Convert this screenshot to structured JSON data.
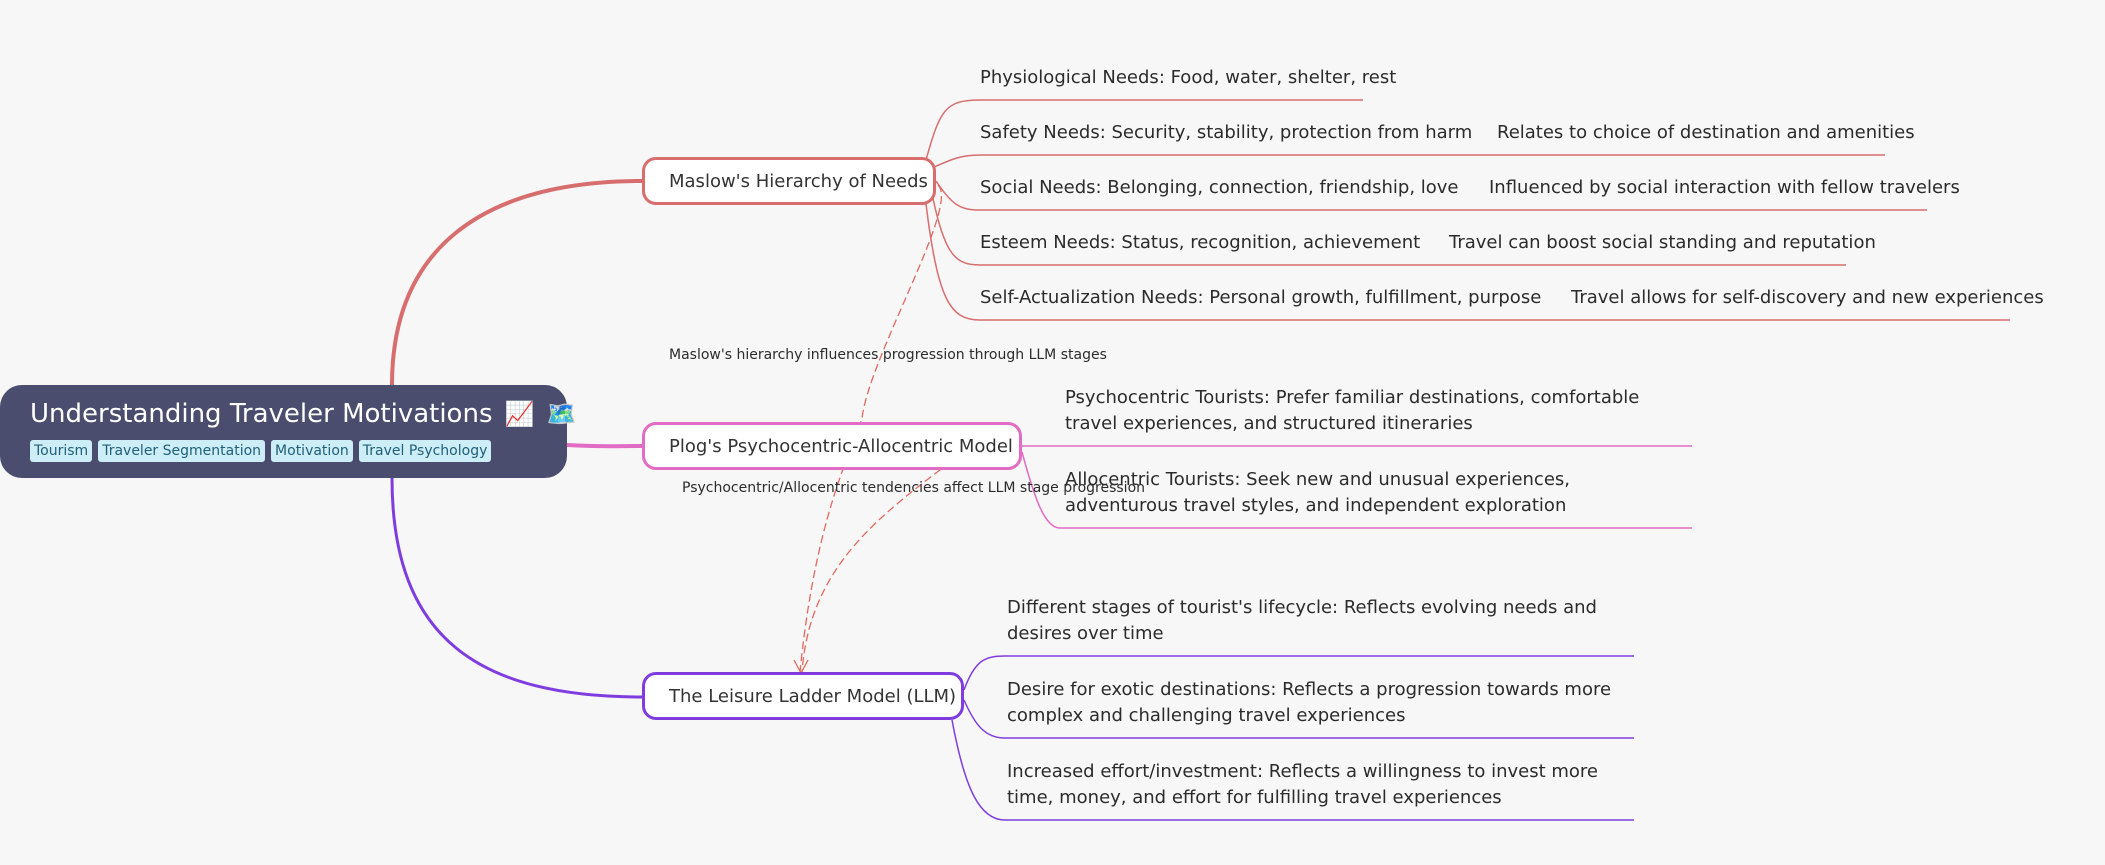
{
  "root": {
    "title": "Understanding Traveler Motivations",
    "emoji_chart": "📈",
    "emoji_map": "🗺️",
    "tags": [
      "Tourism",
      "Traveler Segmentation",
      "Motivation",
      "Travel Psychology"
    ]
  },
  "colors": {
    "maslow": "#d86d6e",
    "plog": "#e26bc3",
    "llm": "#7f3de0",
    "root_bg": "#4a4d6d",
    "relation": "#e0695f"
  },
  "topics": {
    "maslow": {
      "label": "Maslow's Hierarchy of Needs",
      "children": [
        {
          "label": "Physiological Needs: Food, water, shelter, rest",
          "note": ""
        },
        {
          "label": "Safety Needs: Security, stability, protection from harm",
          "note": "Relates to choice of destination and amenities"
        },
        {
          "label": "Social Needs: Belonging, connection, friendship, love",
          "note": "Influenced by social interaction with fellow travelers"
        },
        {
          "label": "Esteem Needs: Status, recognition, achievement",
          "note": "Travel can boost social standing and reputation"
        },
        {
          "label": "Self-Actualization Needs: Personal growth, fulfillment, purpose",
          "note": "Travel allows for self-discovery and new experiences"
        }
      ]
    },
    "plog": {
      "label": "Plog's Psychocentric-Allocentric Model",
      "children": [
        {
          "label": "Psychocentric Tourists: Prefer familiar destinations, comfortable travel experiences, and structured itineraries"
        },
        {
          "label": "Allocentric Tourists: Seek new and unusual experiences, adventurous travel styles, and independent exploration"
        }
      ]
    },
    "llm": {
      "label": "The Leisure Ladder Model (LLM)",
      "children": [
        {
          "label": "Different stages of tourist's lifecycle: Reflects evolving needs and desires over time"
        },
        {
          "label": "Desire for exotic destinations: Reflects a progression towards more complex and challenging travel experiences"
        },
        {
          "label": "Increased effort/investment: Reflects a willingness to invest more time, money, and effort for fulfilling travel experiences"
        }
      ]
    }
  },
  "relations": [
    {
      "label": "Maslow's hierarchy influences progression through LLM stages"
    },
    {
      "label": "Psychocentric/Allocentric tendencies affect LLM stage progression"
    }
  ]
}
